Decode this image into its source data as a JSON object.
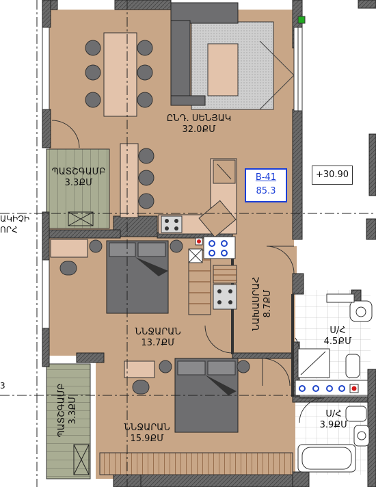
{
  "unit": {
    "code": "B-41",
    "area": "85.3",
    "accent_color": "#1a3ed8"
  },
  "elevation": "+30.90",
  "rooms": {
    "living": {
      "name": "ԸՆԴ. ՍԵՆՅԱԿ",
      "area": "32.0ՔՄ"
    },
    "balcony_top": {
      "name": "ՊԱՏՇԳԱՄԲ",
      "area": "3.3ՔՄ"
    },
    "bedroom_1": {
      "name": "ՆՆՋԱՐԱՆ",
      "area": "13.7ՔՄ"
    },
    "hallway": {
      "name": "ՆԱԽԱՍՐԱՀ",
      "area": "8.7ՔՄ"
    },
    "bathroom_1": {
      "name": "Ս/Հ",
      "area": "4.5ՔՄ"
    },
    "bedroom_2": {
      "name": "ՆՆՋԱՐԱՆ",
      "area": "15.9ՔՄ"
    },
    "bathroom_2": {
      "name": "Ս/Հ",
      "area": "3.9ՔՄ"
    },
    "balcony_bottom": {
      "name": "ՊԱՏՇԳԱՄԲ",
      "area": "3.3ՔՄ"
    }
  },
  "edge_text": {
    "left_line_1": "ԱԿԻՉԻ",
    "left_line_2": "ՈՐՀ",
    "left_number": "3"
  },
  "colors": {
    "floor": "#c8a687",
    "wall": "#5e5e5e",
    "wall_dark": "#3a3a3a",
    "furniture": "#e3c3ab",
    "bed": "#6e6e70",
    "balcony": "#a9ad93",
    "tile": "#ffffff",
    "socket_blue": "#1f45c9",
    "socket_red": "#d11a1a"
  }
}
